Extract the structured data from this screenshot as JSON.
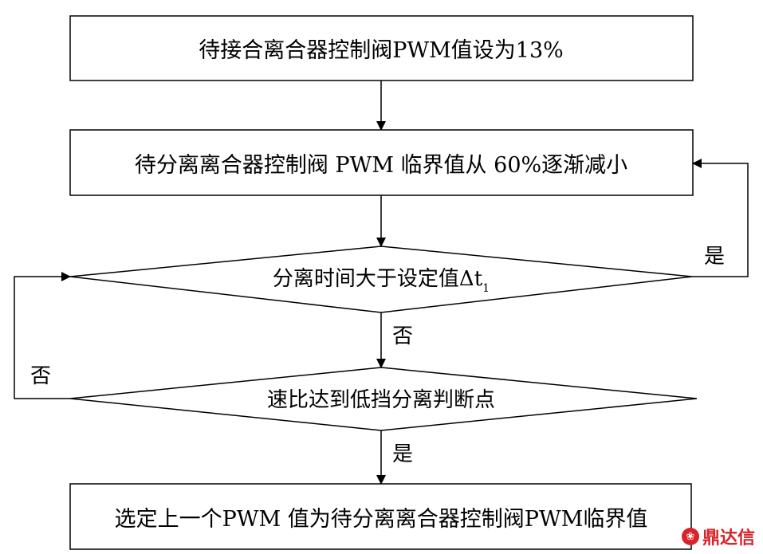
{
  "boxes": {
    "set_pwm": "待接合离合器控制阀PWM值设为13%",
    "decrease_pwm": "待分离离合器控制阀 PWM 临界值从 60%逐渐减小",
    "select_value": "选定上一个PWM 值为待分离离合器控制阀PWM临界值"
  },
  "decisions": {
    "time_check": {
      "text": "分离时间大于设定值Δt",
      "subscript": "1"
    },
    "ratio_check": "速比达到低挡分离判断点"
  },
  "edge_labels": {
    "time_yes": "是",
    "time_no": "否",
    "ratio_no": "否",
    "ratio_yes": "是"
  },
  "watermark": "鼎达信"
}
